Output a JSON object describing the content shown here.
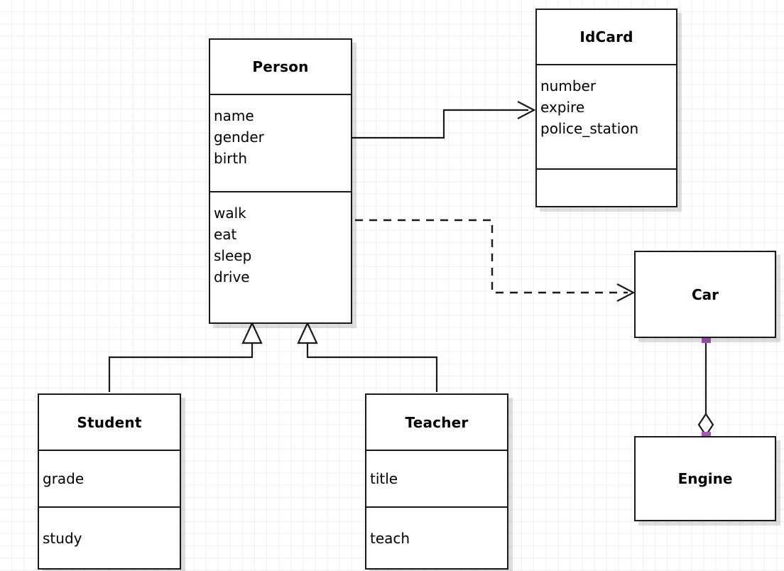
{
  "diagram": {
    "type": "uml-class-diagram",
    "background": "#ffffff",
    "grid_color": "#f0f0f0",
    "line_color": "#1a1a1a",
    "handle_color": "#aa55bb",
    "classes": [
      {
        "id": "person",
        "name": "Person",
        "attributes": [
          "name",
          "gender",
          "birth"
        ],
        "operations": [
          "walk",
          "eat",
          "sleep",
          "drive"
        ]
      },
      {
        "id": "idcard",
        "name": "IdCard",
        "attributes": [
          "number",
          "expire",
          "police_station"
        ],
        "operations": []
      },
      {
        "id": "student",
        "name": "Student",
        "attributes": [
          "grade"
        ],
        "operations": [
          "study"
        ]
      },
      {
        "id": "teacher",
        "name": "Teacher",
        "attributes": [
          "title"
        ],
        "operations": [
          "teach"
        ]
      },
      {
        "id": "car",
        "name": "Car",
        "attributes": [],
        "operations": []
      },
      {
        "id": "engine",
        "name": "Engine",
        "attributes": [],
        "operations": []
      }
    ],
    "relationships": [
      {
        "id": "person-idcard",
        "kind": "association",
        "from": "Person",
        "to": "IdCard",
        "arrow": "open"
      },
      {
        "id": "person-car",
        "kind": "dependency",
        "from": "Person",
        "to": "Car",
        "arrow": "open",
        "style": "dashed"
      },
      {
        "id": "student-person",
        "kind": "generalization",
        "from": "Student",
        "to": "Person",
        "arrow": "hollow-triangle"
      },
      {
        "id": "teacher-person",
        "kind": "generalization",
        "from": "Teacher",
        "to": "Person",
        "arrow": "hollow-triangle"
      },
      {
        "id": "car-engine",
        "kind": "aggregation",
        "from": "Car",
        "to": "Engine",
        "arrow": "hollow-diamond"
      }
    ]
  }
}
